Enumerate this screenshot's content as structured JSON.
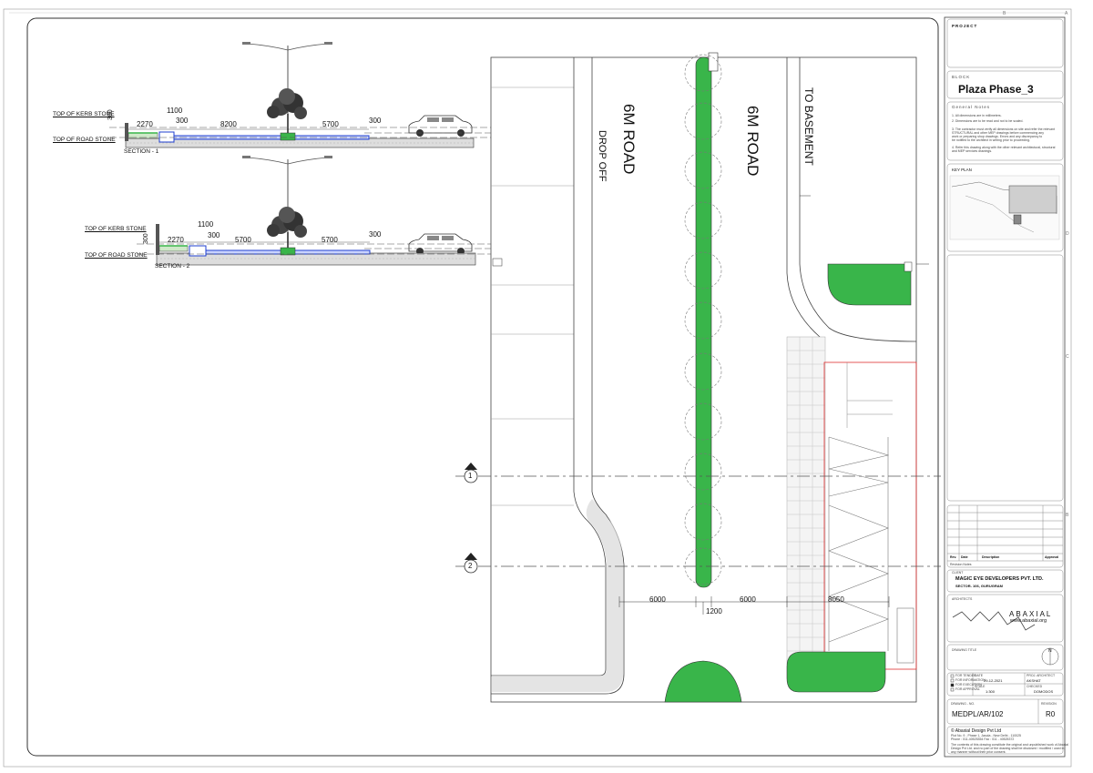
{
  "sections": [
    {
      "id": "s1",
      "label": "SECTION - 1",
      "top_kerb": "TOP OF KERB STONE",
      "top_road": "TOP OF ROAD STONE",
      "kerb_height": "300",
      "dims": [
        "2270",
        "1100",
        "300",
        "8200",
        "5700",
        "300"
      ]
    },
    {
      "id": "s2",
      "label": "SECTION - 2",
      "top_kerb": "TOP OF KERB STONE",
      "top_road": "TOP OF ROAD STONE",
      "kerb_height": "300",
      "dims": [
        "2270",
        "1100",
        "300",
        "5700",
        "5700",
        "300"
      ]
    }
  ],
  "plan": {
    "road_left": "6M ROAD",
    "road_right": "6M ROAD",
    "drop_off": "DROP OFF",
    "to_basement": "TO BASEMENT",
    "dim_left": "6000",
    "dim_median": "1200",
    "dim_right": "6000",
    "dim_parking": "8050",
    "cut_markers": [
      "1",
      "2"
    ]
  },
  "colors": {
    "green": "#39b54a",
    "blue": "#1f3fcf",
    "red": "#e03030",
    "line": "#222222"
  },
  "title_block": {
    "project_label": "PROJECT",
    "block_label": "BLOCK",
    "block_name": "Plaza Phase_3",
    "general_notes_label": "General Notes",
    "notes": [
      "1. All dimensions are in millimeters.",
      "2. Dimensions are to be read and not to be scaled.",
      "3. The contractor must verify all dimensions on site and refer the relevant",
      "   STRUCTURAL and other MEP drawings before commencing any",
      "   work or preparing shop drawings. Errors and any discrepancy to",
      "   be notified to the architect in writing prior to proceeding.",
      "4. Refer this drawing along with the other relevant architectural, structural",
      "   and MEP services drawings."
    ],
    "key_plan_label": "KEY PLAN",
    "revision_headers": [
      "Rev.",
      "Date",
      "Description",
      "Approval"
    ],
    "revision_note": "Revision Notes",
    "client_label": "CLIENT",
    "client_name": "MAGIC EYE DEVELOPERS PVT. LTD.",
    "client_address": "SECTOR- 106, GURUGRAM",
    "architects_label": "ARCHITECTS",
    "firm_name": "ABAXIAL",
    "firm_url": "www.abaxial.org",
    "drawing_title_label": "DRAWING TITLE",
    "north": "N",
    "checkboxes": [
      "FOR TENDER",
      "FOR INFORMATION",
      "FOR EXECUTION",
      "FOR APPROVAL"
    ],
    "date_label": "DATE",
    "date_value": "29-12-2021",
    "scale_label": "SCALE",
    "scale_value": "1:300",
    "proj_arch_label": "PROJ. ARCHITECT",
    "proj_arch_value": "AKSHAT",
    "drawn_label": "DRAWN",
    "checked_label": "CHECKED",
    "checked_value": "DOMODOS",
    "drawing_no_label": "DRAWING - NO.",
    "drawing_no": "MEDPL/AR/102",
    "revision_label": "REVISION",
    "revision": "R0",
    "copyright": "© Abaxial Design Pvt Ltd",
    "address_1": "Plot No. 9 - Phase 1, Jasola - New Delhi - 110025",
    "address_2": "Phone : 011-40525354   Fax : 011 - 40525372",
    "disclaimer_1": "The contents of this drawing constitute the original and unpublished work of Abaxial",
    "disclaimer_2": "Design Pvt Ltd. and no part of the drawing shall be disclosed / modified / used in",
    "disclaimer_3": "any manner without their prior consent."
  }
}
